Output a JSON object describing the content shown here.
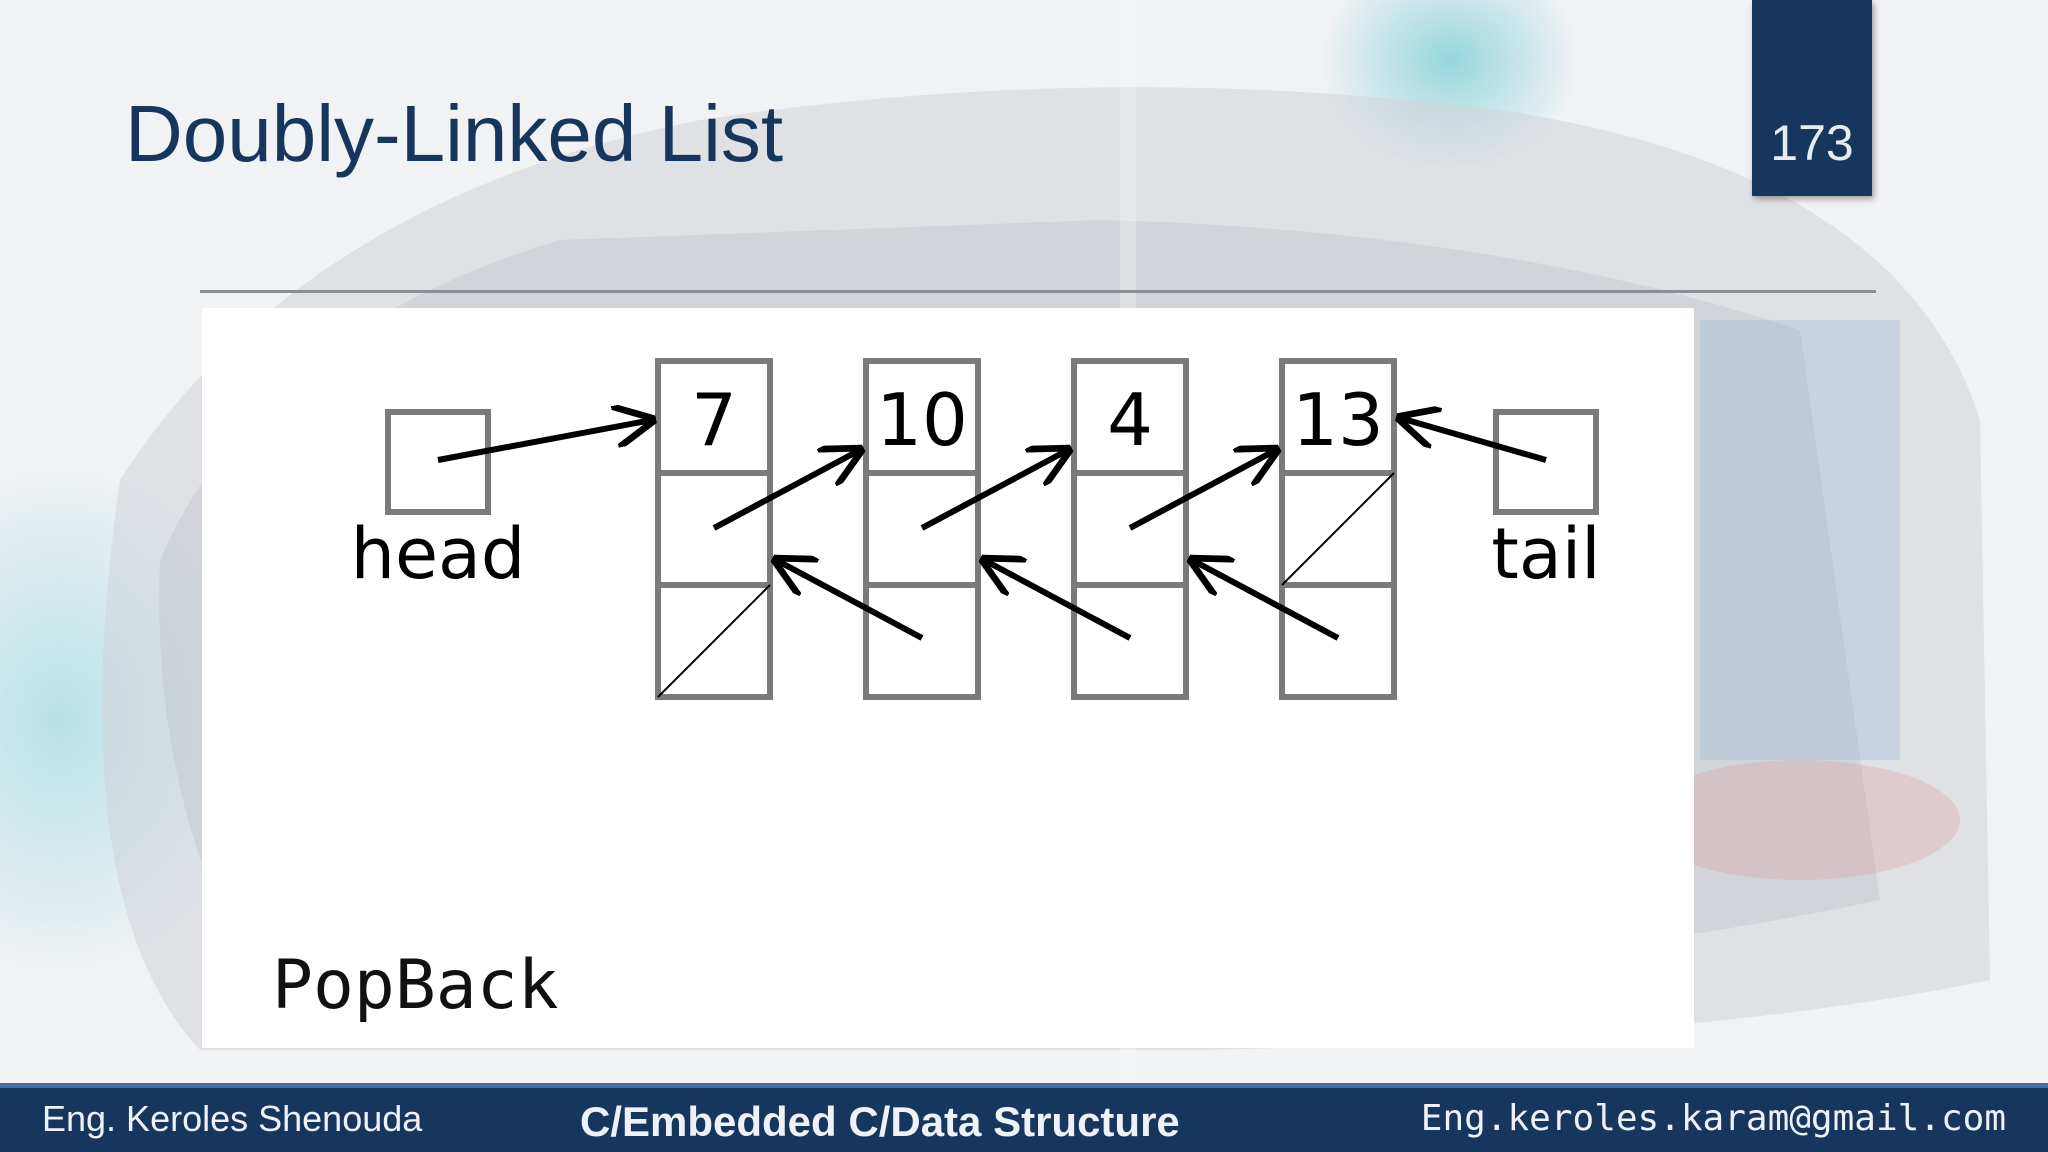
{
  "slide": {
    "title": "Doubly-Linked List",
    "page_number": "173",
    "operation": "PopBack"
  },
  "diagram": {
    "head_label": "head",
    "tail_label": "tail",
    "nodes": [
      {
        "value": "7",
        "prev": "null",
        "next": "10"
      },
      {
        "value": "10",
        "prev": "7",
        "next": "4"
      },
      {
        "value": "4",
        "prev": "10",
        "next": "13"
      },
      {
        "value": "13",
        "prev": "4",
        "next": "null"
      }
    ]
  },
  "footer": {
    "author": "Eng. Keroles Shenouda",
    "course": "C/Embedded C/Data Structure",
    "email": "Eng.keroles.karam@gmail.com"
  },
  "colors": {
    "title": "#17365d",
    "footer_bg": "#17365d",
    "box_stroke": "#7a7a7a"
  }
}
